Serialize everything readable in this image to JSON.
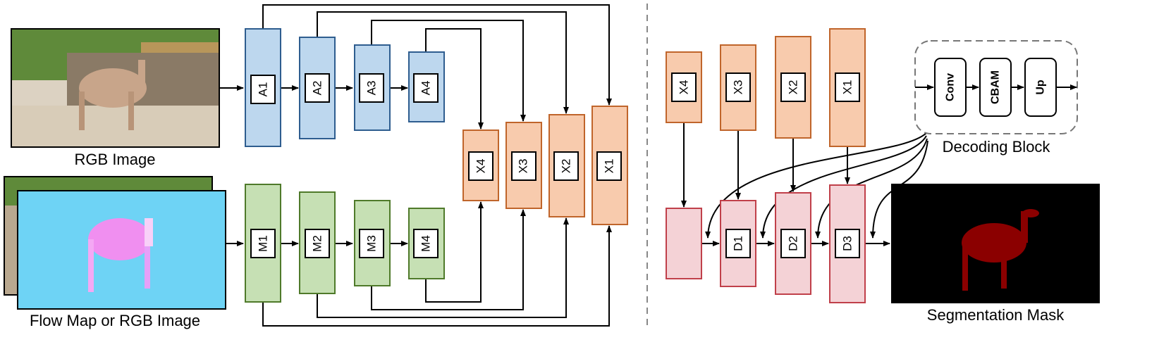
{
  "colors": {
    "encoder_a_fill": "#bdd7ee",
    "encoder_a_stroke": "#2e5d8f",
    "encoder_m_fill": "#c6e0b4",
    "encoder_m_stroke": "#4f7a2a",
    "fusion_fill": "#f8cbad",
    "fusion_stroke": "#c0652b",
    "decoder_fill": "#f4d2d6",
    "decoder_stroke": "#c0404a",
    "mask_fill": "#8b0000",
    "flow_fill": "#6ed3f5"
  },
  "captions": {
    "rgb_image": "RGB Image",
    "flow_map": "Flow Map or RGB Image",
    "decoding_block": "Decoding Block",
    "segmentation_mask": "Segmentation Mask"
  },
  "encoder_a": [
    "A1",
    "A2",
    "A3",
    "A4"
  ],
  "encoder_m": [
    "M1",
    "M2",
    "M3",
    "M4"
  ],
  "fusion": [
    "X4",
    "X3",
    "X2",
    "X1"
  ],
  "decoder_inputs": [
    "X4",
    "X3",
    "X2",
    "X1"
  ],
  "decoder": [
    "",
    "D1",
    "D2",
    "D3"
  ],
  "decoding_block_layers": [
    "Conv",
    "CBAM",
    "Up"
  ]
}
